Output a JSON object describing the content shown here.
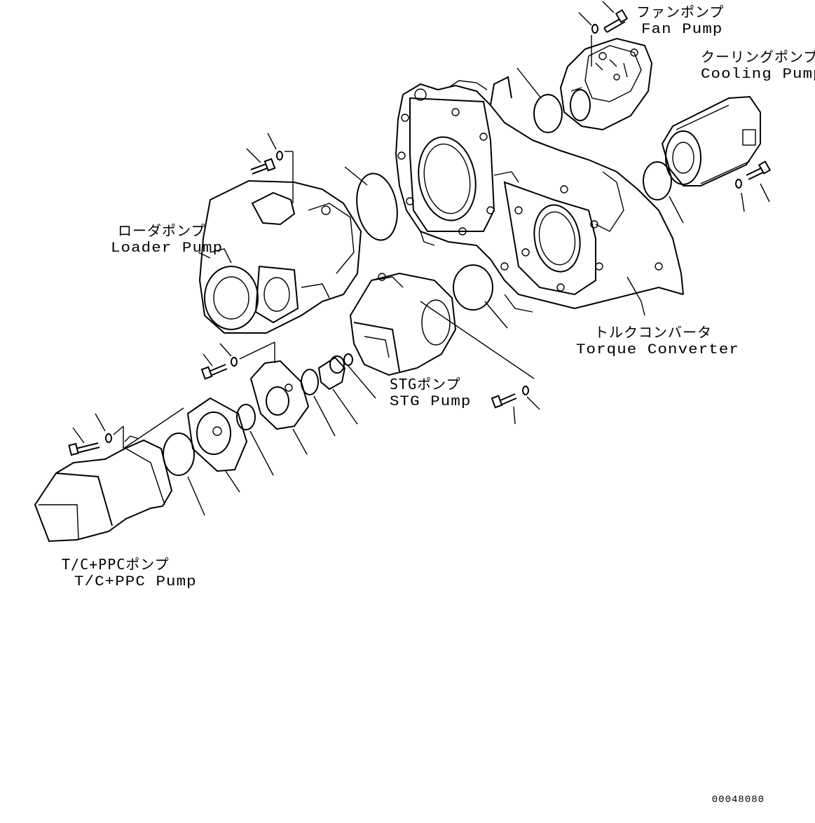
{
  "labels": {
    "fan_pump_jp": "ファンポンプ",
    "fan_pump_en": "Fan Pump",
    "cooling_pump_jp": "クーリングポンプ",
    "cooling_pump_en": "Cooling Pump",
    "loader_pump_jp": "ローダポンプ",
    "loader_pump_en": "Loader Pump",
    "torque_converter_jp": "トルクコンバータ",
    "torque_converter_en": "Torque Converter",
    "stg_pump_jp": "STGポンプ",
    "stg_pump_en": "STG Pump",
    "tc_ppc_pump_jp": "T/C+PPCポンプ",
    "tc_ppc_pump_en": "T/C+PPC Pump"
  },
  "doc_id": "00048080"
}
